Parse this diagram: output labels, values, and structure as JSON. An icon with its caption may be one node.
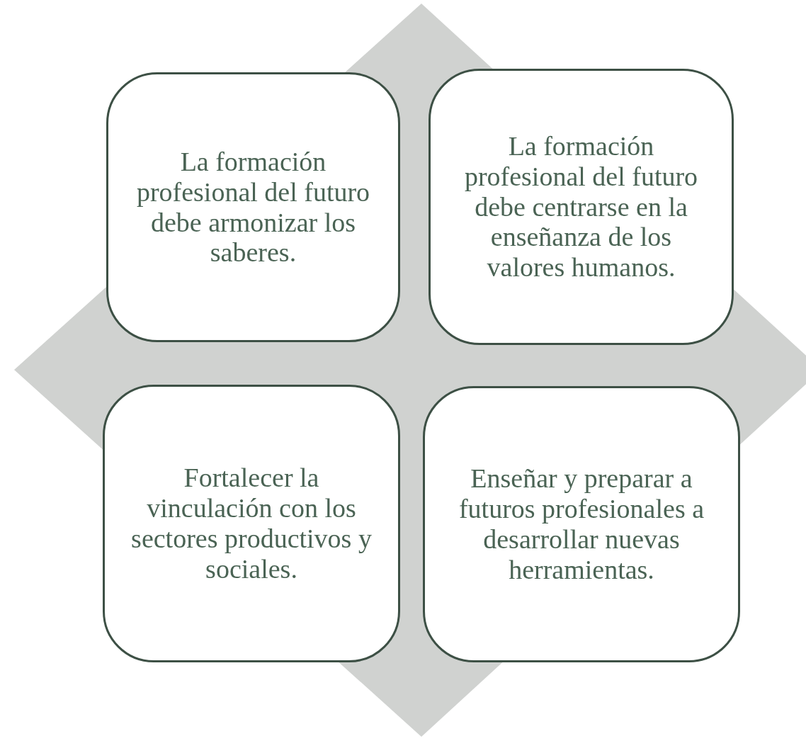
{
  "diagram": {
    "nodes": [
      {
        "text": [
          "La formación profesional del futuro debe armonizar los saberes."
        ]
      },
      {
        "text": [
          "La formación profesional del futuro debe centrarse en la enseñanza de los valores humanos."
        ]
      },
      {
        "text": [
          "Fortalecer la vinculación con los sectores productivos y sociales."
        ]
      },
      {
        "text": [
          "Enseñar y preparar a futuros profesionales a desarrollar nuevas herramientas."
        ]
      }
    ]
  }
}
